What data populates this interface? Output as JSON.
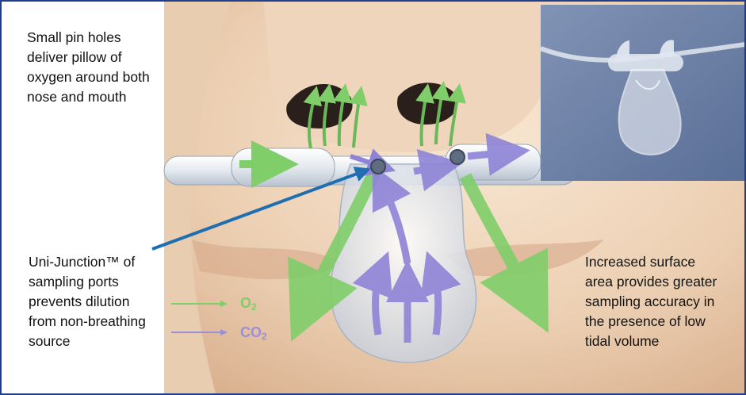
{
  "callouts": {
    "top": "Small pin holes\ndeliver pillow of\noxygen around both\nnose and mouth",
    "left": "Uni-Junction™ of\nsampling ports\nprevents dilution\nfrom non-breathing\nsource",
    "right": "Increased surface\narea provides greater\nsampling accuracy in\nthe presence of low\ntidal volume"
  },
  "legend": {
    "o2": {
      "main": "O",
      "sub": "2"
    },
    "co2": {
      "main": "CO",
      "sub": "2"
    }
  },
  "colors": {
    "border": "#1f3f8a",
    "o2_green": "#7fce6a",
    "co2_purple": "#9b8fd8",
    "pointer_blue": "#1f6fb0",
    "skin": "#f3dcc4"
  }
}
